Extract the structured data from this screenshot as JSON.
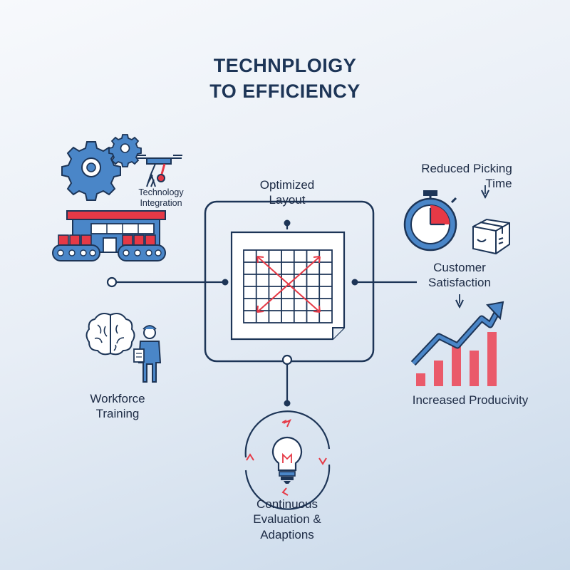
{
  "title": {
    "line1": "TECHNPLOIGY",
    "line2": "TO EFFICIENCY"
  },
  "nodes": {
    "technology_integration": {
      "line1": "Technology",
      "line2": "Integration"
    },
    "optimized_layout": {
      "line1": "Optimized",
      "line2": "Layout"
    },
    "reduced_picking_time": {
      "line1": "Reduced Picking",
      "line2": "Time"
    },
    "customer_satisfaction": {
      "line1": "Customer",
      "line2": "Satisfaction"
    },
    "workforce_training": {
      "line1": "Workforce",
      "line2": "Training"
    },
    "increased_productivity": {
      "line1": "Increased Producivity"
    },
    "continuous_evaluation": {
      "line1": "Continuous",
      "line2": "Evaluation &",
      "line3": "Adaptions"
    }
  },
  "colors": {
    "navy": "#1d3557",
    "blue": "#4a86c8",
    "red": "#e63946",
    "paper": "#ffffff"
  },
  "icons": [
    "gear-icon",
    "robot-arm-icon",
    "warehouse-icon",
    "conveyor-icon",
    "stopwatch-icon",
    "package-icon",
    "brain-icon",
    "worker-icon",
    "grid-layout-icon",
    "growth-chart-icon",
    "lightbulb-icon",
    "cycle-arrows-icon"
  ]
}
